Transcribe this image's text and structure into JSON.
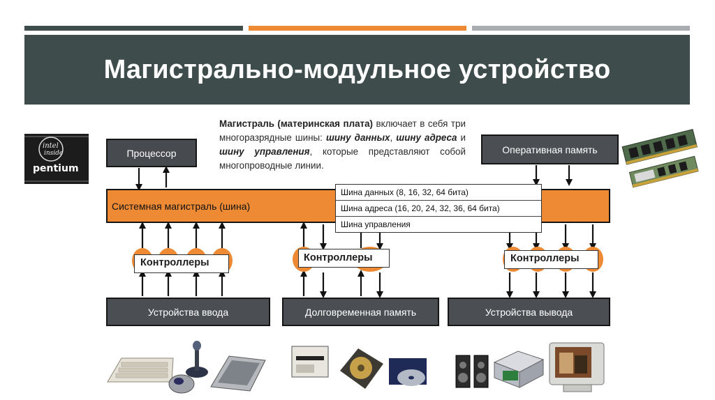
{
  "title": "Магистрально-модульное устройство",
  "description": {
    "bold": "Магистраль (материнская плата)",
    "part1": " включает в себя три многоразрядные шины: ",
    "bus_data_italic": "шину данных",
    "sep1": ", ",
    "bus_addr_italic": "шину адреса",
    "and": " и ",
    "bus_ctrl_italic": "шину управления",
    "part2": ", которые представляют собой многопроводные линии."
  },
  "boxes": {
    "processor": "Процессор",
    "ram": "Оперативная память",
    "input": "Устройства ввода",
    "storage": "Долговременная память",
    "output": "Устройства вывода"
  },
  "bus": {
    "label": "Системная магистраль (шина)"
  },
  "legend": [
    "Шина данных (8, 16, 32, 64 бита)",
    "Шина адреса (16, 20, 24, 32, 36, 64 бита)",
    "Шина управления"
  ],
  "controllers": {
    "left": "Контроллеры",
    "middle": "Контроллеры",
    "right": "Контроллеры"
  },
  "chip_logo": {
    "line1": "intel",
    "line2": "inside",
    "line3": "pentium"
  },
  "colors": {
    "title_band": "#3f4c4c",
    "bus_orange": "#ee8a34",
    "box_gray": "#4b4f54",
    "topline_dark": "#3f4c4c",
    "topline_orange": "#ee8a34",
    "topline_light": "#a9adb1"
  }
}
